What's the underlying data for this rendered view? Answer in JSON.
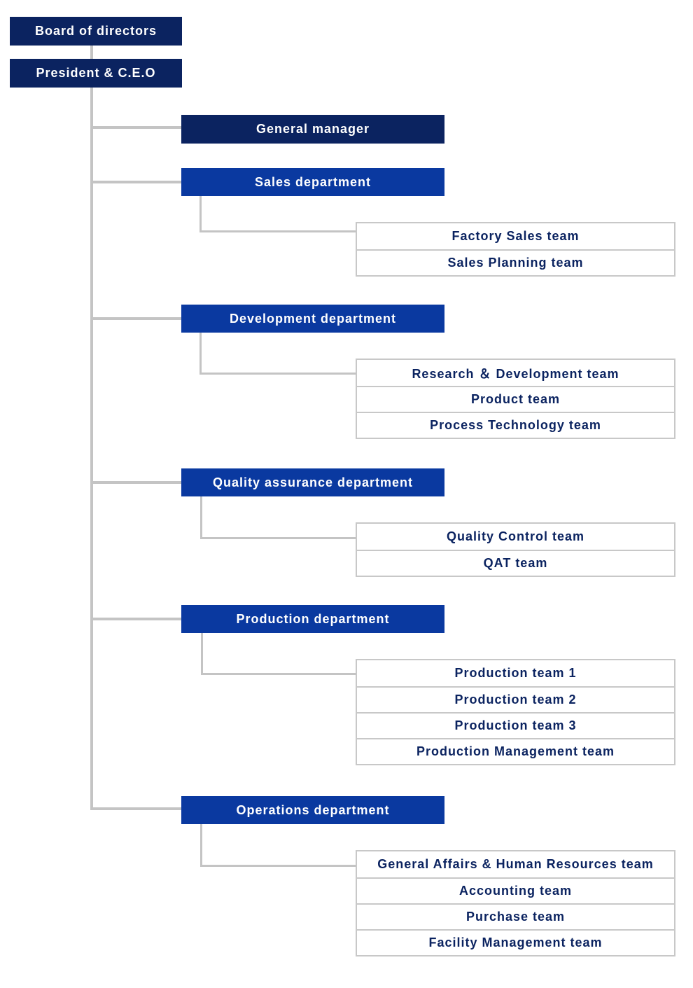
{
  "executives": {
    "board": "Board of directors",
    "president": "President & C.E.O"
  },
  "general_manager": "General manager",
  "departments": [
    {
      "name": "Sales department",
      "teams": [
        "Factory Sales team",
        "Sales Planning team"
      ]
    },
    {
      "name": "Development department",
      "teams": [
        "Research ＆ Development team",
        "Product team",
        "Process Technology team"
      ]
    },
    {
      "name": "Quality assurance department",
      "teams": [
        "Quality Control team",
        "QAT team"
      ]
    },
    {
      "name": "Production department",
      "teams": [
        "Production team 1",
        "Production team 2",
        "Production team 3",
        "Production Management team"
      ]
    },
    {
      "name": "Operations department",
      "teams": [
        "General Affairs & Human Resources team",
        "Accounting team",
        "Purchase team",
        "Facility Management team"
      ]
    }
  ],
  "colors": {
    "executive_fill": "#0b2360",
    "department_fill": "#0a39a0",
    "team_text": "#0b2360",
    "connector": "#c4c4c4"
  }
}
